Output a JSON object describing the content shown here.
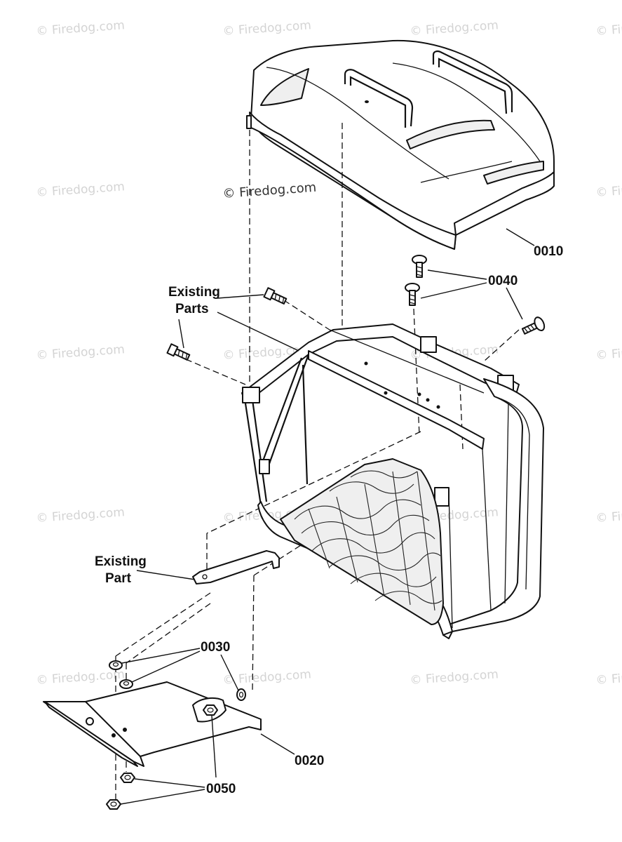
{
  "watermark": {
    "text": "© Firedog.com",
    "center_text": "© Firedog.com"
  },
  "callouts": {
    "c0010": "0010",
    "c0020": "0020",
    "c0030": "0030",
    "c0040": "0040",
    "c0050": "0050"
  },
  "labels": {
    "existing_parts_line1": "Existing",
    "existing_parts_line2": "Parts",
    "existing_part_line1": "Existing",
    "existing_part_line2": "Part"
  }
}
